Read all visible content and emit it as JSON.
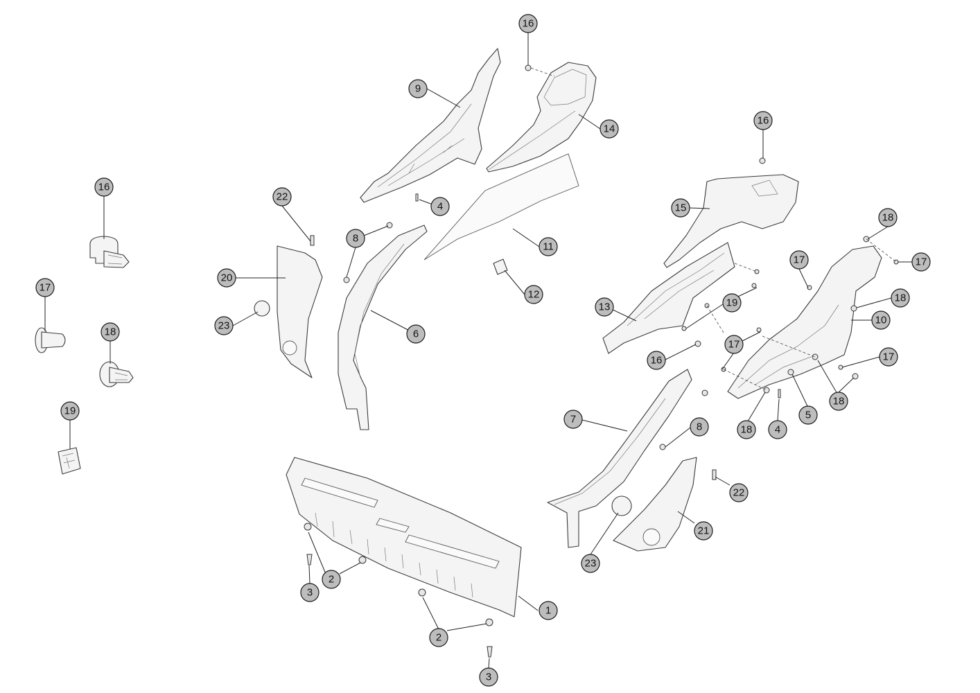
{
  "callouts": [
    {
      "id": "c1",
      "label": "1"
    },
    {
      "id": "c2a",
      "label": "2"
    },
    {
      "id": "c2b",
      "label": "2"
    },
    {
      "id": "c3a",
      "label": "3"
    },
    {
      "id": "c3b",
      "label": "3"
    },
    {
      "id": "c4a",
      "label": "4"
    },
    {
      "id": "c4b",
      "label": "4"
    },
    {
      "id": "c5",
      "label": "5"
    },
    {
      "id": "c6",
      "label": "6"
    },
    {
      "id": "c7",
      "label": "7"
    },
    {
      "id": "c8a",
      "label": "8"
    },
    {
      "id": "c8b",
      "label": "8"
    },
    {
      "id": "c9",
      "label": "9"
    },
    {
      "id": "c10",
      "label": "10"
    },
    {
      "id": "c11",
      "label": "11"
    },
    {
      "id": "c12",
      "label": "12"
    },
    {
      "id": "c13",
      "label": "13"
    },
    {
      "id": "c14",
      "label": "14"
    },
    {
      "id": "c15",
      "label": "15"
    },
    {
      "id": "c16a",
      "label": "16"
    },
    {
      "id": "c16b",
      "label": "16"
    },
    {
      "id": "c16c",
      "label": "16"
    },
    {
      "id": "c16d",
      "label": "16"
    },
    {
      "id": "c17a",
      "label": "17"
    },
    {
      "id": "c17b",
      "label": "17"
    },
    {
      "id": "c17c",
      "label": "17"
    },
    {
      "id": "c17d",
      "label": "17"
    },
    {
      "id": "c17e",
      "label": "17"
    },
    {
      "id": "c18a",
      "label": "18"
    },
    {
      "id": "c18b",
      "label": "18"
    },
    {
      "id": "c18c",
      "label": "18"
    },
    {
      "id": "c18d",
      "label": "18"
    },
    {
      "id": "c18e",
      "label": "18"
    },
    {
      "id": "c19a",
      "label": "19"
    },
    {
      "id": "c19b",
      "label": "19"
    },
    {
      "id": "c20",
      "label": "20"
    },
    {
      "id": "c21",
      "label": "21"
    },
    {
      "id": "c22a",
      "label": "22"
    },
    {
      "id": "c22b",
      "label": "22"
    },
    {
      "id": "c23a",
      "label": "23"
    },
    {
      "id": "c23b",
      "label": "23"
    }
  ],
  "colors": {
    "callout_fill": "#bdbdbd",
    "line": "#222222",
    "part_fill": "#f4f4f4"
  }
}
